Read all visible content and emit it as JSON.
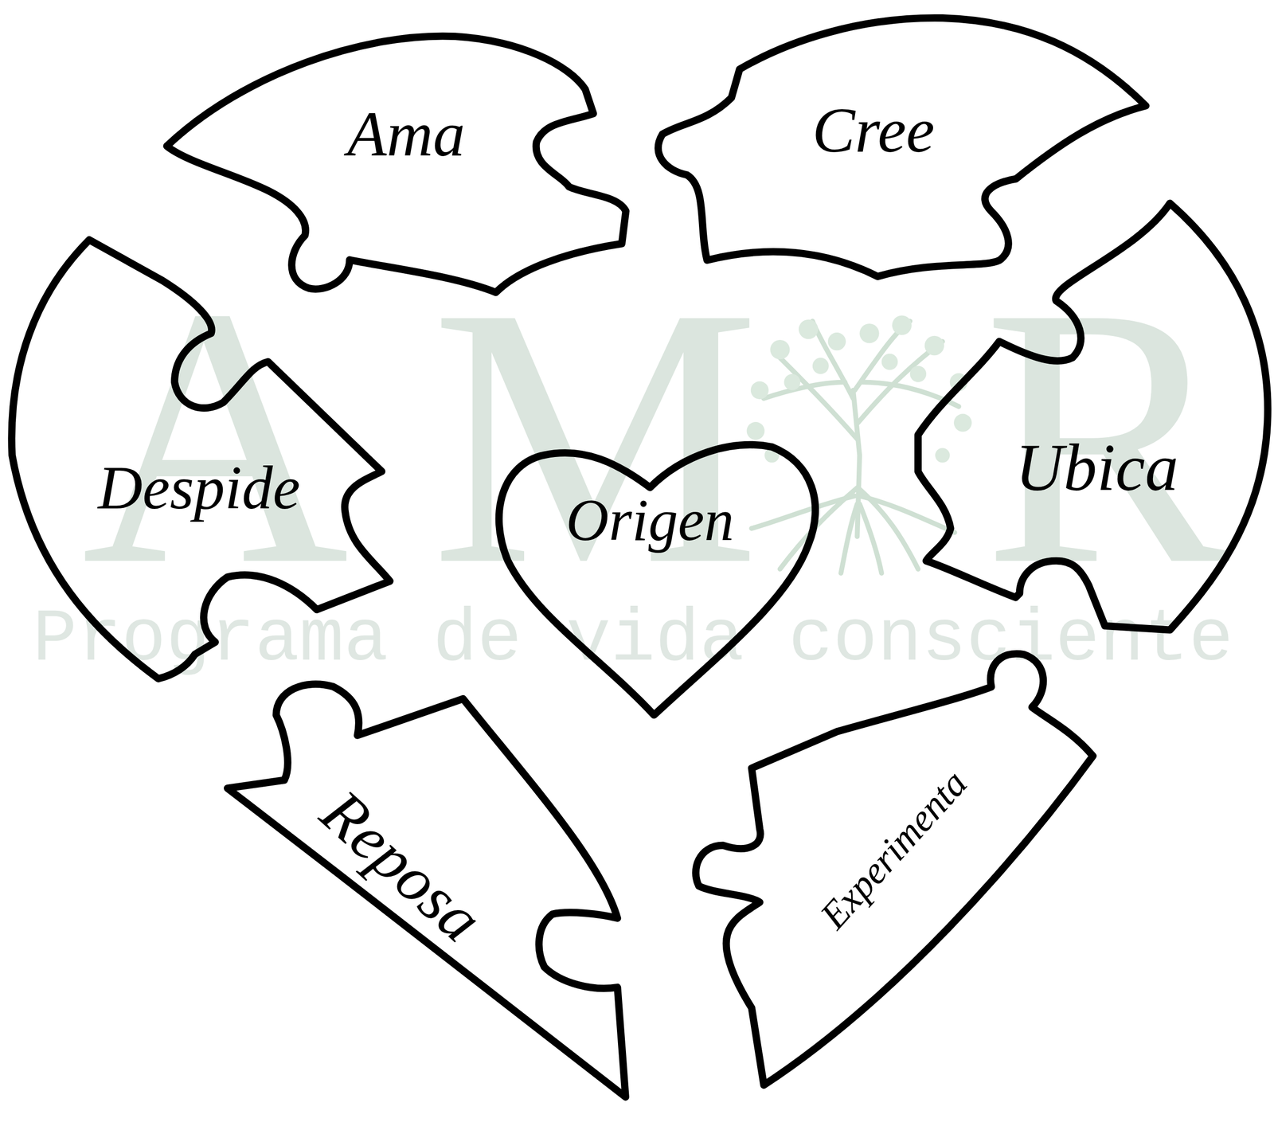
{
  "diagram": {
    "nodes": [
      {
        "text": [
          "Ama"
        ]
      },
      {
        "text": [
          "Cree"
        ]
      },
      {
        "text": [
          "Despide"
        ]
      },
      {
        "text": [
          "Origen"
        ]
      },
      {
        "text": [
          "Ubica"
        ]
      },
      {
        "text": [
          "Reposa"
        ]
      },
      {
        "text": [
          "Experimenta"
        ]
      }
    ],
    "labels": [
      "A",
      "M",
      "R",
      "Programa de vida consciente"
    ]
  }
}
